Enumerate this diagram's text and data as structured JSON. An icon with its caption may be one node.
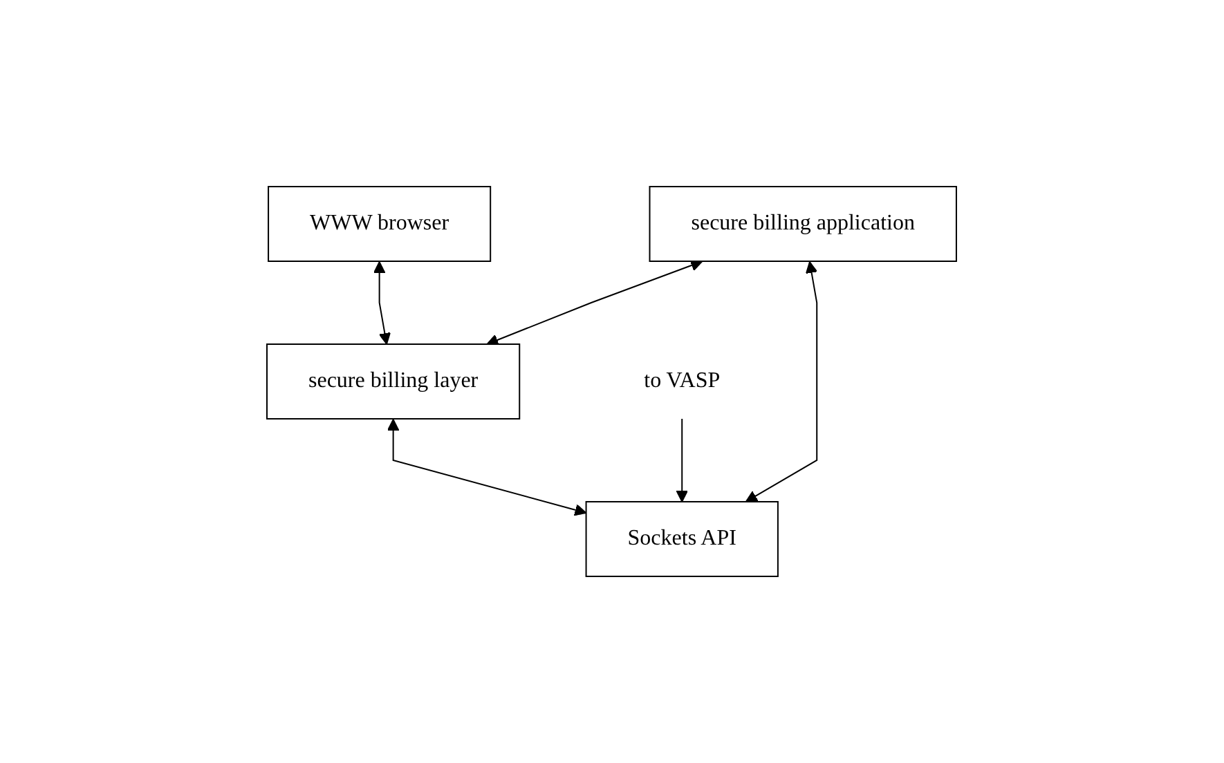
{
  "diagram": {
    "nodes": [
      {
        "text": [
          "WWW browser"
        ]
      },
      {
        "text": [
          "secure billing application"
        ]
      },
      {
        "text": [
          "secure billing layer"
        ]
      },
      {
        "text": [
          "Sockets API"
        ]
      },
      {
        "text": [
          "to VASP"
        ]
      }
    ],
    "edges": [
      {
        "from": 0,
        "to": 2,
        "arrow": "both"
      },
      {
        "from": 1,
        "to": 2,
        "arrow": "both"
      },
      {
        "from": 1,
        "to": 3,
        "arrow": "both"
      },
      {
        "from": 2,
        "to": 3,
        "arrow": "both"
      },
      {
        "from": 4,
        "to": 3,
        "arrow": "to"
      }
    ]
  }
}
